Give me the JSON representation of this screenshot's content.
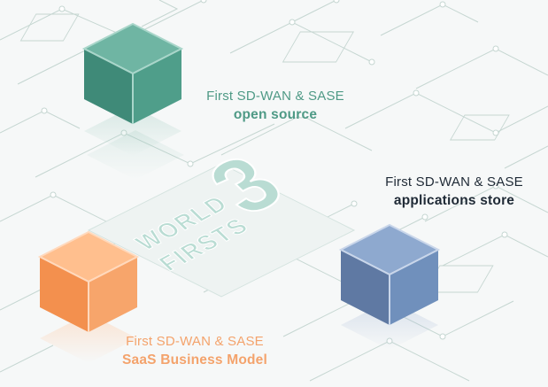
{
  "features": [
    {
      "id": "open-source",
      "line1": "First SD-WAN & SASE",
      "line2": "open source",
      "color": "#4f9a86"
    },
    {
      "id": "apps-store",
      "line1": "First SD-WAN & SASE",
      "line2": "applications store",
      "color": "#1f2a36"
    },
    {
      "id": "saas",
      "line1": "First SD-WAN & SASE",
      "line2": "SaaS Business Model",
      "color": "#f4a36c"
    }
  ],
  "center_emblem": {
    "number": "3",
    "word1": "WORLD",
    "word2": "FIRSTS",
    "color": "#b9dcd3"
  },
  "cubes": [
    {
      "name": "green-cube",
      "top": "#6fb5a3",
      "left": "#3f8a78",
      "right": "#4f9e8a",
      "edge": "#a9d6ca"
    },
    {
      "name": "blue-cube",
      "top": "#8ea9cf",
      "left": "#5f79a3",
      "right": "#7090bc",
      "edge": "#c9d6ea"
    },
    {
      "name": "orange-cube",
      "top": "#ffbf8e",
      "left": "#f3904e",
      "right": "#f7a56b",
      "edge": "#ffd9bd"
    }
  ],
  "background": "#f6f8f8",
  "circuit_line_color": "#c5d6d1"
}
